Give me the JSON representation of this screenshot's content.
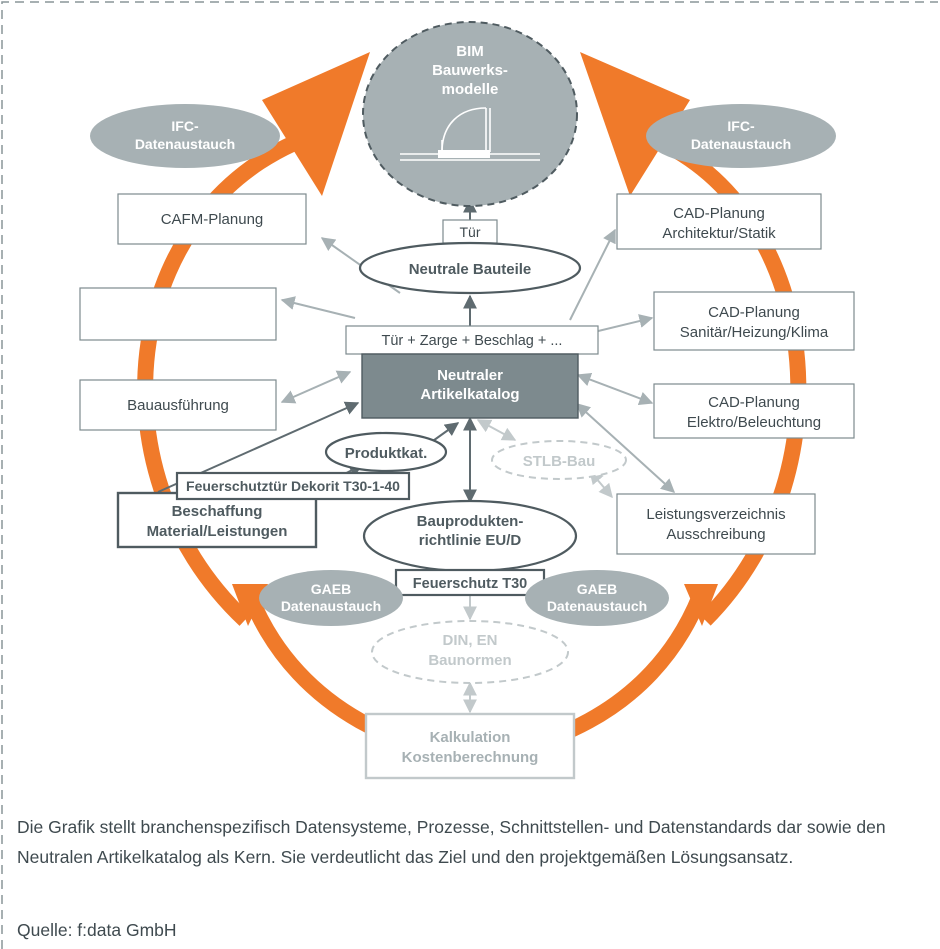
{
  "diagram": {
    "bim": {
      "line1": "BIM",
      "line2": "Bauwerks-",
      "line3": "modelle"
    },
    "ifc_left": {
      "line1": "IFC-",
      "line2": "Datenaustauch"
    },
    "ifc_right": {
      "line1": "IFC-",
      "line2": "Datenaustauch"
    },
    "cafm": "CAFM-Planung",
    "empty_box": "",
    "bauausfuehrung": "Bauausführung",
    "beschaffung": {
      "line1": "Beschaffung",
      "line2": "Material/Leistungen"
    },
    "feuerschutztuer": "Feuerschutztür Dekorit T30-1-40",
    "produktkat": "Produktkat.",
    "tuer": "Tür",
    "neutrale_bauteile": "Neutrale Bauteile",
    "tuer_combo": "Tür + Zarge + Beschlag + ...",
    "katalog": {
      "line1": "Neutraler",
      "line2": "Artikelkatalog"
    },
    "stlb": "STLB-Bau",
    "bauprodukten": {
      "line1": "Bauprodukten-",
      "line2": "richtlinie EU/D"
    },
    "feuerschutz_t30": "Feuerschutz T30",
    "gaeb_left": {
      "line1": "GAEB",
      "line2": "Datenaustauch"
    },
    "gaeb_right": {
      "line1": "GAEB",
      "line2": "Datenaustauch"
    },
    "din": {
      "line1": "DIN, EN",
      "line2": "Baunormen"
    },
    "kalkulation": {
      "line1": "Kalkulation",
      "line2": "Kostenberechnung"
    },
    "cad_arch": {
      "line1": "CAD-Planung",
      "line2": "Architektur/Statik"
    },
    "cad_shk": {
      "line1": "CAD-Planung",
      "line2": "Sanitär/Heizung/Klima"
    },
    "cad_elektro": {
      "line1": "CAD-Planung",
      "line2": "Elektro/Beleuchtung"
    },
    "lv": {
      "line1": "Leistungsverzeichnis",
      "line2": "Ausschreibung"
    }
  },
  "caption": {
    "text": "Die Grafik stellt branchenspezifisch Datensysteme, Prozesse, Schnittstellen- und Datenstandards dar sowie den Neutralen Artikelkatalog als Kern. Sie verdeutlicht das Ziel und den projektgemäßen Lösungsansatz.",
    "source": "Quelle: f:data GmbH"
  },
  "colors": {
    "orange": "#f07a2a",
    "dark_gray": "#7d8a8e",
    "mid_gray": "#a7b1b4",
    "light_gray": "#c2c9cb",
    "text": "#3f4a4f",
    "frame": "#8a9599"
  }
}
